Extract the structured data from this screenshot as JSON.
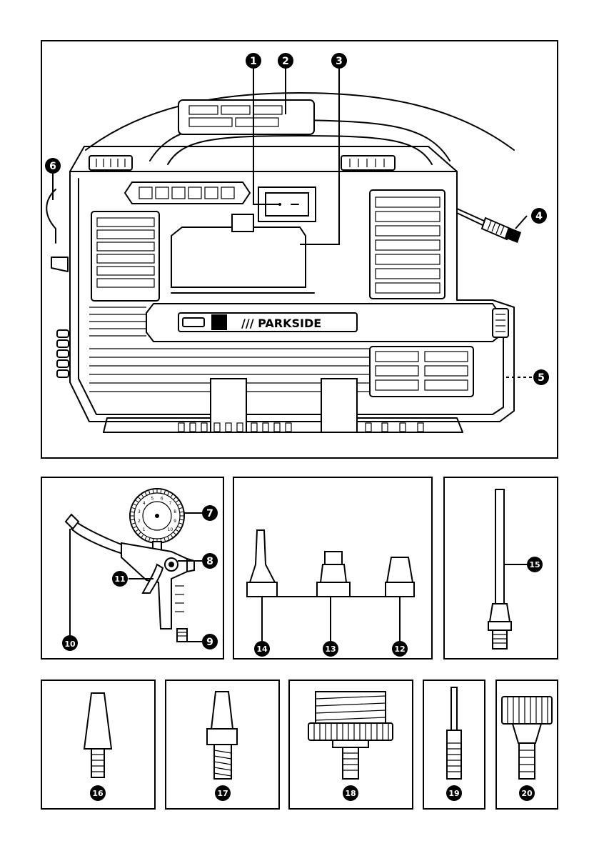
{
  "device": {
    "brand_label": "/// PARKSIDE"
  },
  "callouts": {
    "c1": "1",
    "c2": "2",
    "c3": "3",
    "c4": "4",
    "c5": "5",
    "c6": "6",
    "c7": "7",
    "c8": "8",
    "c9": "9",
    "c10": "10",
    "c11": "11",
    "c12": "12",
    "c13": "13",
    "c14": "14",
    "c15": "15",
    "c16": "16",
    "c17": "17",
    "c18": "18",
    "c19": "19",
    "c20": "20"
  },
  "gauge_scale": [
    "1",
    "2",
    "3",
    "4",
    "5",
    "6",
    "7",
    "8",
    "9",
    "10"
  ]
}
